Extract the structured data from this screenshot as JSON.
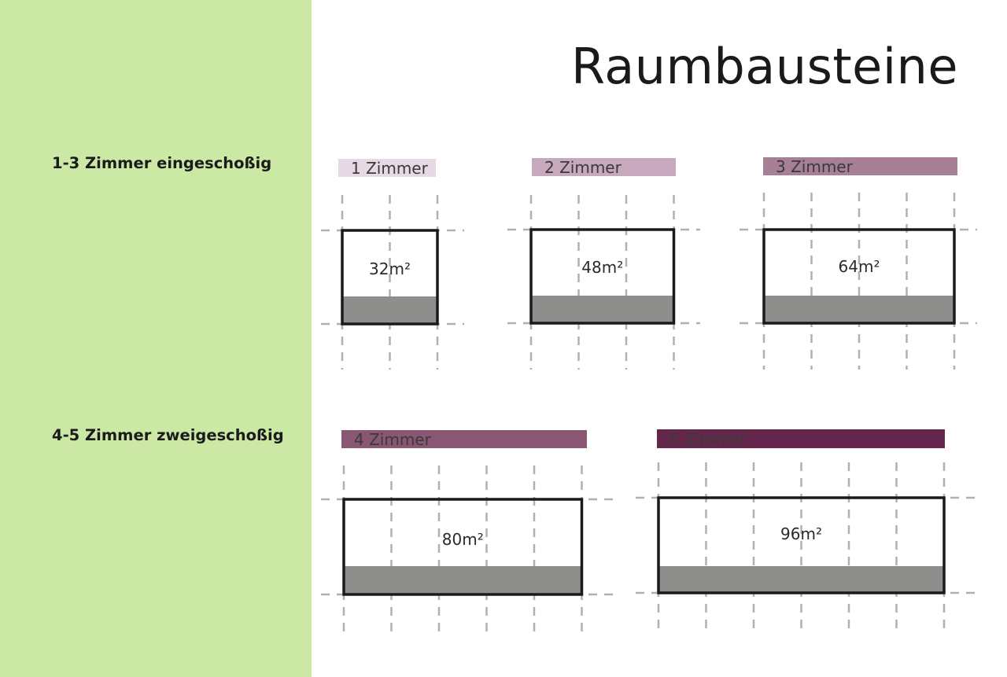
{
  "title": "Raumbausteine",
  "rows": [
    {
      "label": "1-3 Zimmer eingeschoßig"
    },
    {
      "label": "4-5 Zimmer zweigeschoßig"
    }
  ],
  "modules": [
    {
      "label": "1 Zimmer",
      "area": "32m²",
      "color": "#e6d9e3",
      "grid_columns": 2
    },
    {
      "label": "2 Zimmer",
      "area": "48m²",
      "color": "#c7a9bd",
      "grid_columns": 3
    },
    {
      "label": "3 Zimmer",
      "area": "64m²",
      "color": "#a77f97",
      "grid_columns": 4
    },
    {
      "label": "4 Zimmer",
      "area": "80m²",
      "color": "#8a5773",
      "grid_columns": 5
    },
    {
      "label": "5 Zimmer",
      "area": "96m²",
      "color": "#64264a",
      "grid_columns": 6
    }
  ],
  "colors": {
    "sidebar": "#cbe8a5",
    "wet_zone": "#8e8e8d",
    "grid": "#b0b0b0",
    "outline": "#1a1a1a"
  }
}
